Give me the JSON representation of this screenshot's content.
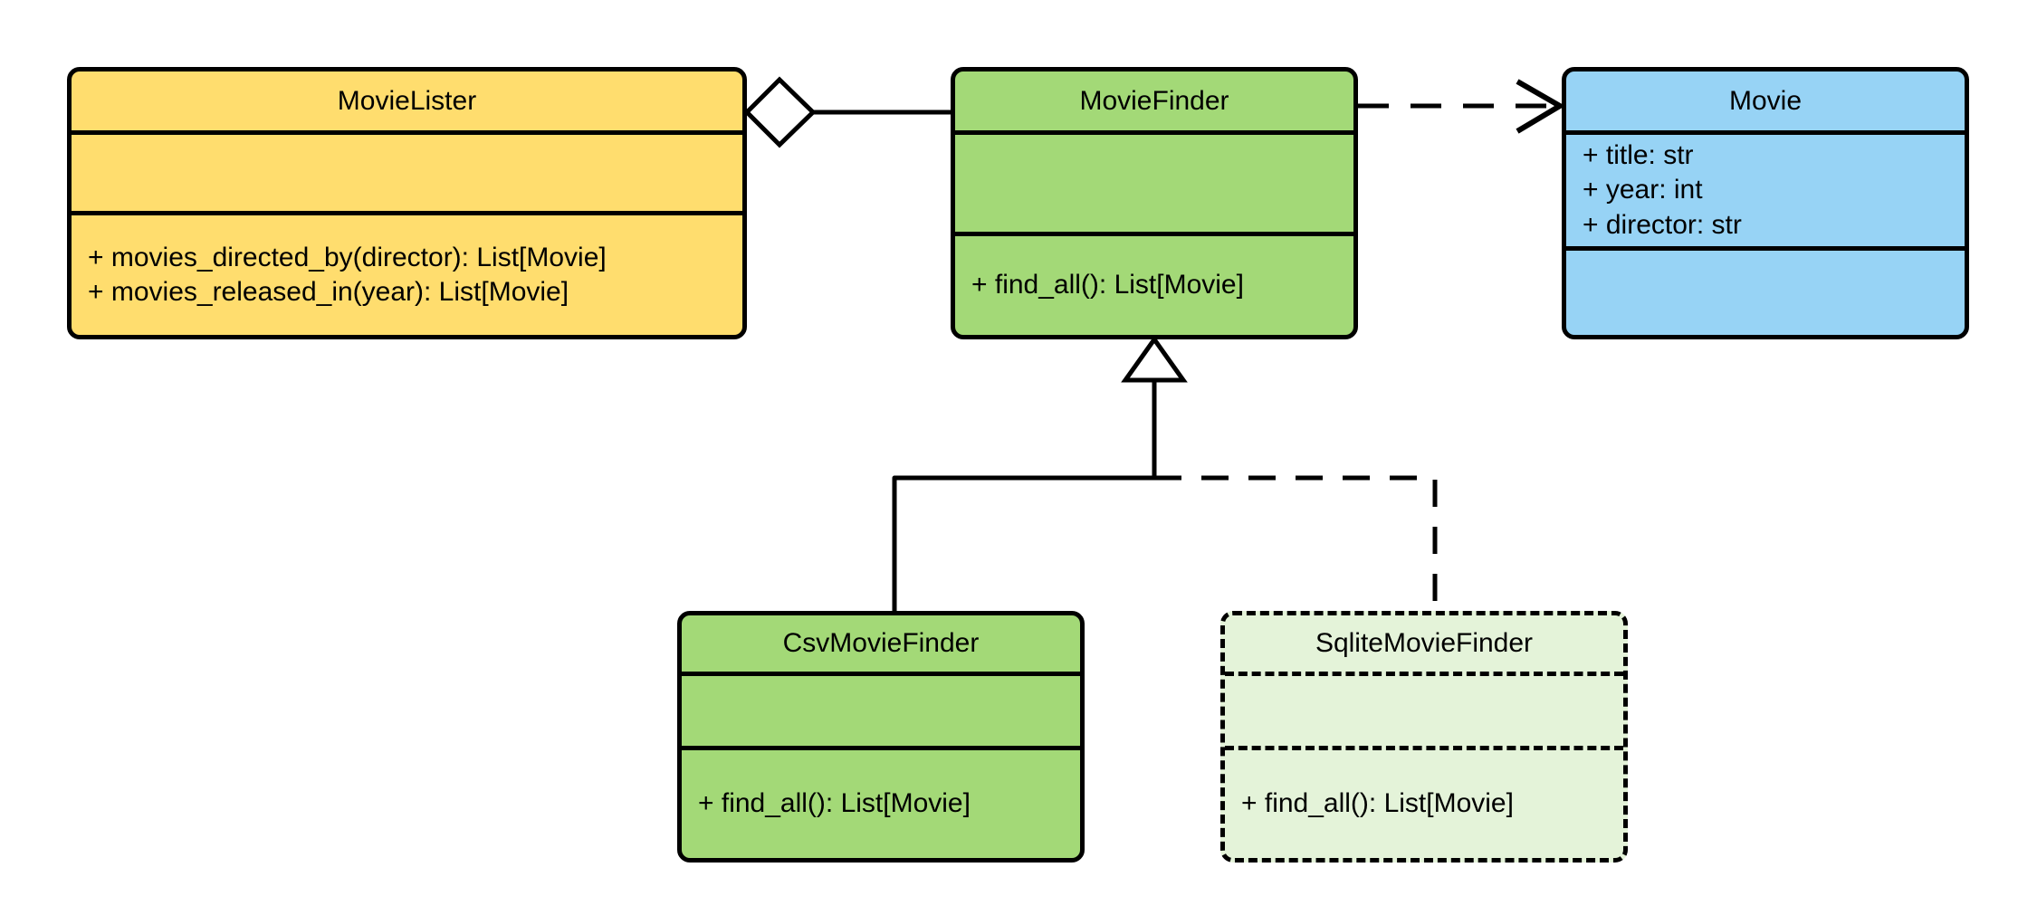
{
  "diagram": {
    "kind": "uml-class-diagram",
    "title": "",
    "background": "#ffffff",
    "line_color": "#000000"
  },
  "colors": {
    "yellow": "#FFDD6E",
    "green": "#A3D977",
    "blue": "#97D3F5",
    "pale_green": "#E4F3D9",
    "stroke": "#000000"
  },
  "classes": [
    {
      "id": "MovieLister",
      "name": "MovieLister",
      "fill": "#FFDD6E",
      "border_style": "solid",
      "attributes": [],
      "operations": [
        "+ movies_directed_by(director): List[Movie]",
        "+ movies_released_in(year): List[Movie]"
      ]
    },
    {
      "id": "MovieFinder",
      "name": "MovieFinder",
      "fill": "#A3D977",
      "border_style": "solid",
      "attributes": [],
      "operations": [
        "+ find_all(): List[Movie]"
      ]
    },
    {
      "id": "Movie",
      "name": "Movie",
      "fill": "#97D3F5",
      "border_style": "solid",
      "attributes": [
        "+ title: str",
        "+ year: int",
        "+ director: str"
      ],
      "operations": []
    },
    {
      "id": "CsvMovieFinder",
      "name": "CsvMovieFinder",
      "fill": "#A3D977",
      "border_style": "solid",
      "attributes": [],
      "operations": [
        "+ find_all(): List[Movie]"
      ]
    },
    {
      "id": "SqliteMovieFinder",
      "name": "SqliteMovieFinder",
      "fill": "#E4F3D9",
      "border_style": "dashed",
      "attributes": [],
      "operations": [
        "+ find_all(): List[Movie]"
      ]
    }
  ],
  "relationships": [
    {
      "id": "lister-finder",
      "type": "aggregation",
      "source": "MovieLister",
      "target": "MovieFinder",
      "line_style": "solid",
      "source_marker": "hollow-diamond",
      "target_marker": "none"
    },
    {
      "id": "finder-movie",
      "type": "dependency",
      "source": "MovieFinder",
      "target": "Movie",
      "line_style": "dashed",
      "source_marker": "none",
      "target_marker": "open-arrow"
    },
    {
      "id": "csv-finder",
      "type": "generalization",
      "source": "CsvMovieFinder",
      "target": "MovieFinder",
      "line_style": "solid",
      "source_marker": "none",
      "target_marker": "hollow-triangle"
    },
    {
      "id": "sqlite-finder",
      "type": "generalization",
      "source": "SqliteMovieFinder",
      "target": "MovieFinder",
      "line_style": "dashed",
      "source_marker": "none",
      "target_marker": "hollow-triangle"
    }
  ]
}
